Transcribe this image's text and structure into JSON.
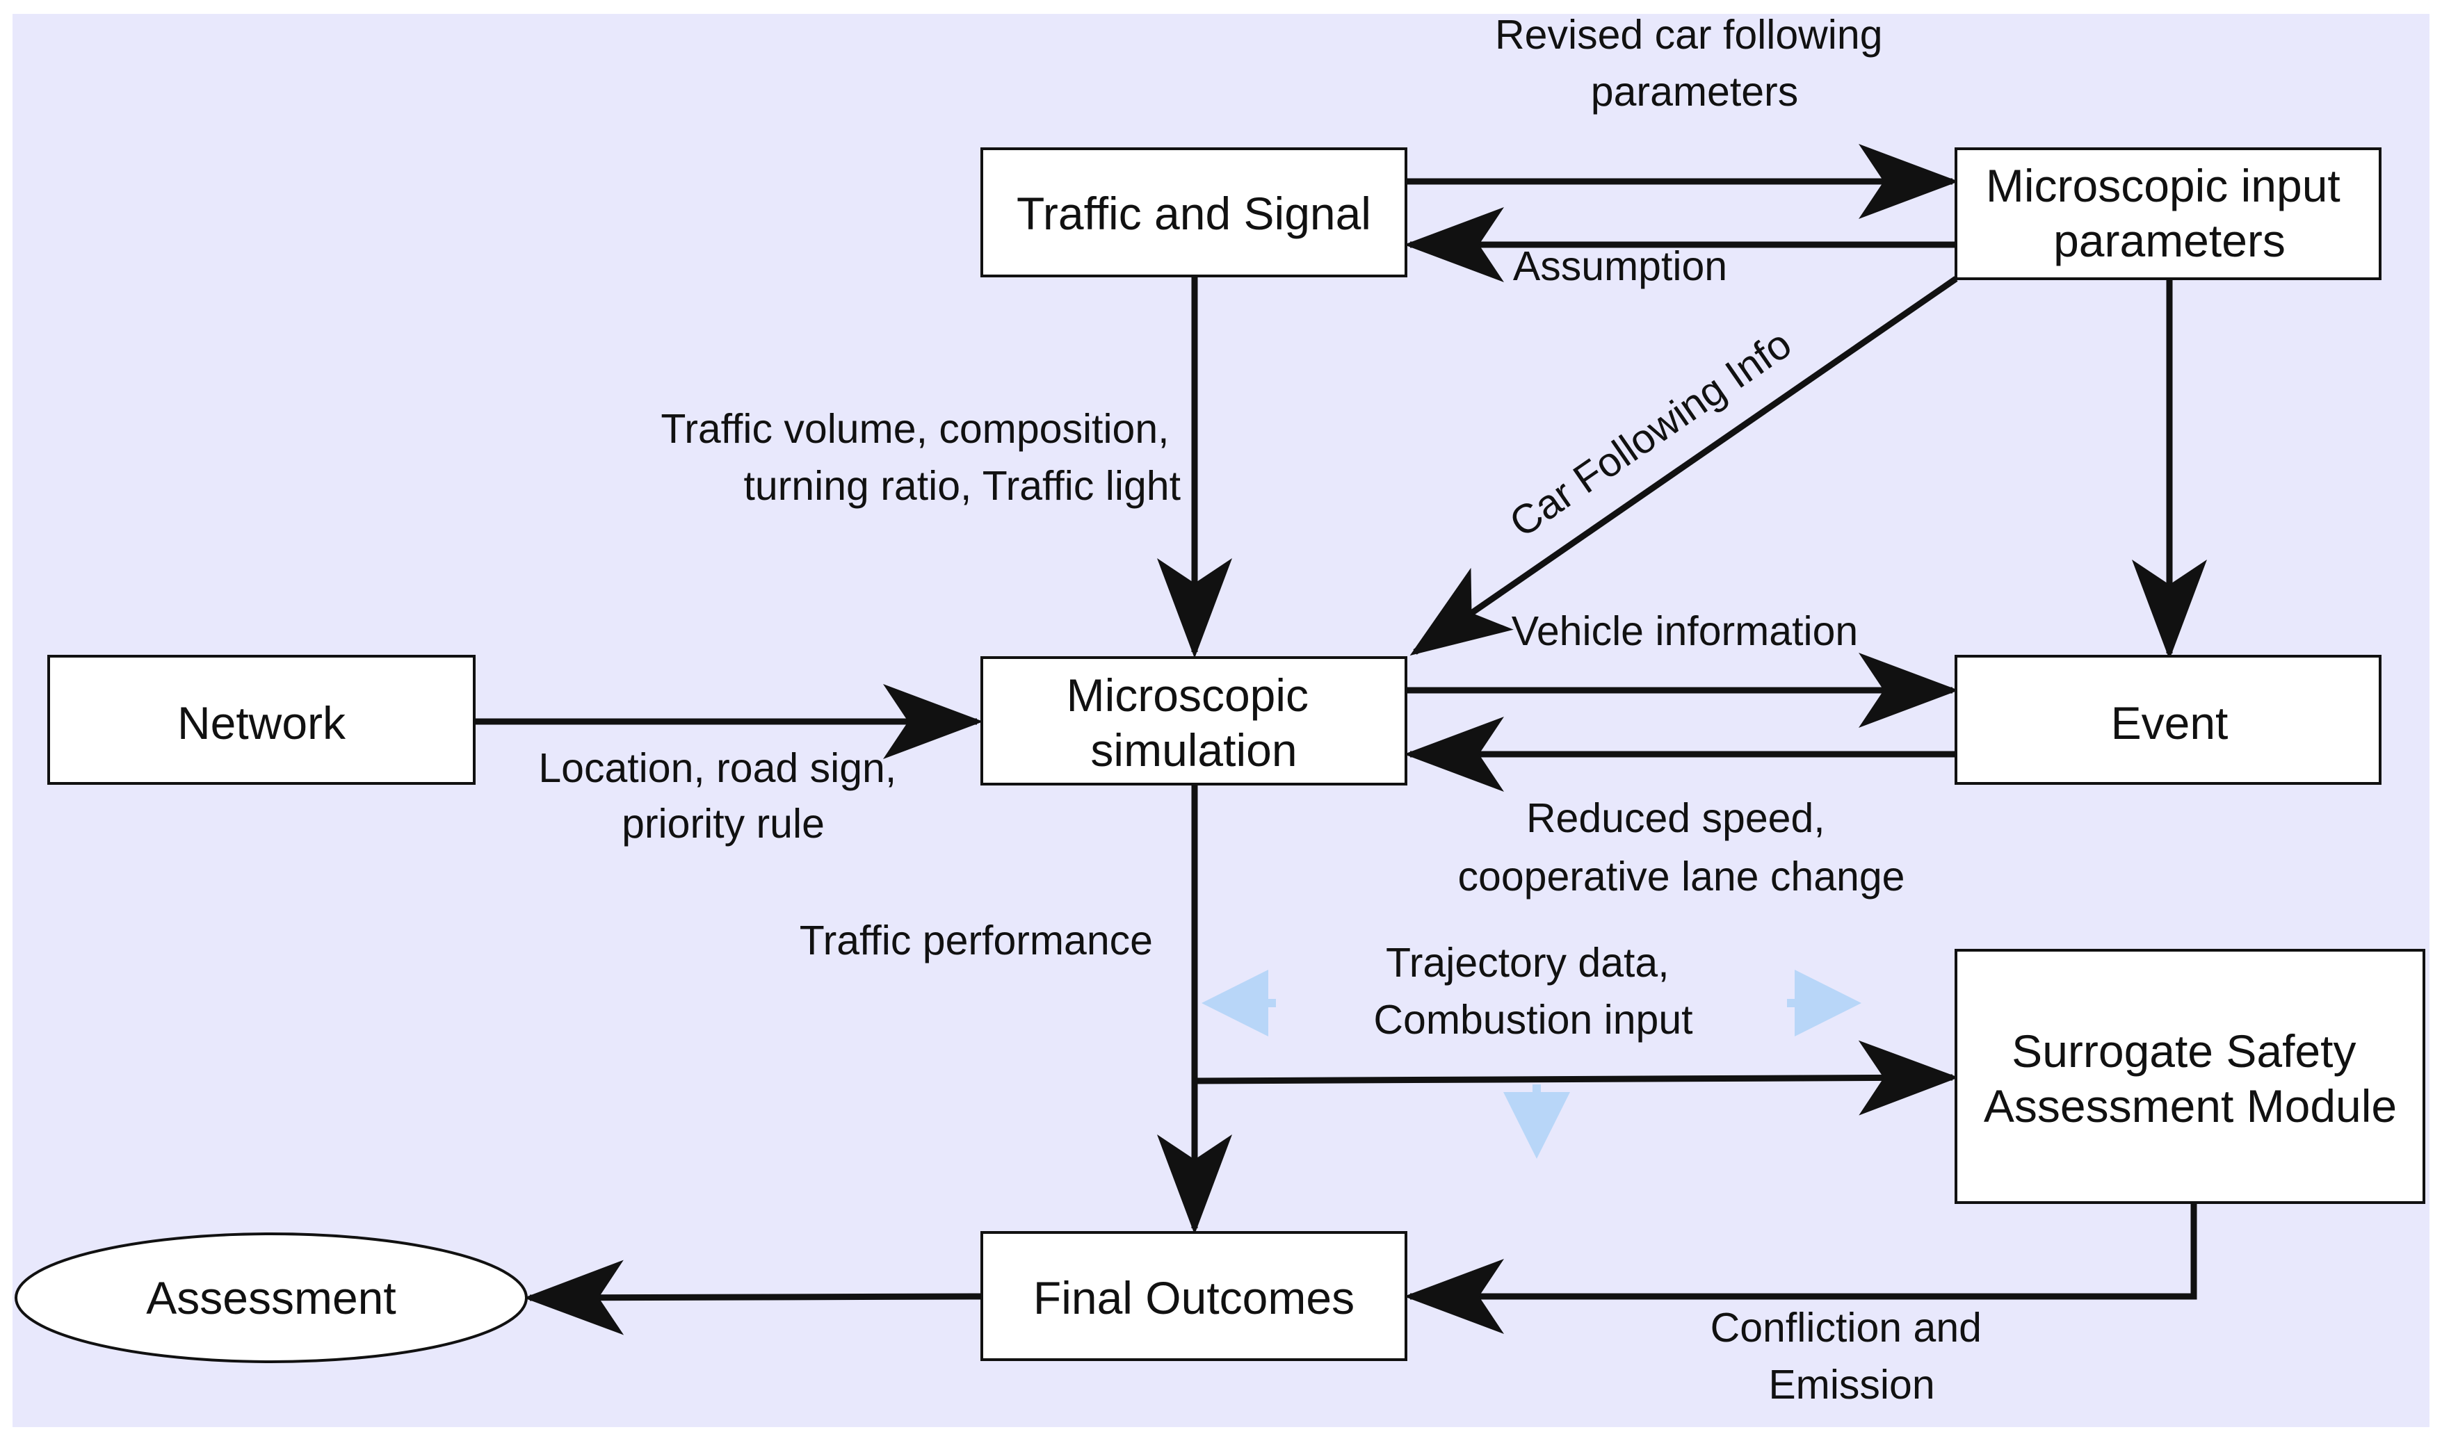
{
  "colors": {
    "background": "#e8e8fc",
    "box_fill": "#ffffff",
    "stroke": "#111111",
    "hint_arrow": "#b8d6f8"
  },
  "nodes": {
    "traffic_signal": {
      "label": [
        "Traffic and Signal"
      ]
    },
    "micro_input": {
      "label": [
        "Microscopic input",
        "parameters"
      ]
    },
    "network": {
      "label": [
        "Network"
      ]
    },
    "micro_sim": {
      "label": [
        "Microscopic",
        "simulation"
      ]
    },
    "event": {
      "label": [
        "Event"
      ]
    },
    "ssam": {
      "label": [
        "Surrogate Safety",
        "Assessment Module"
      ]
    },
    "final_outcomes": {
      "label": [
        "Final Outcomes"
      ]
    },
    "assessment": {
      "label": [
        "Assessment"
      ]
    }
  },
  "edge_labels": {
    "revised_params": [
      "Revised car following",
      "parameters"
    ],
    "assumption": [
      "Assumption"
    ],
    "car_following_info": [
      "Car Following Info"
    ],
    "traffic_volume": [
      "Traffic volume, composition,",
      "turning ratio, Traffic light"
    ],
    "vehicle_info": [
      "Vehicle information"
    ],
    "location": [
      "Location, road sign,",
      "priority rule"
    ],
    "reduced_speed": [
      "Reduced speed,",
      "cooperative lane change"
    ],
    "traffic_performance": [
      "Traffic performance"
    ],
    "trajectory": [
      "Trajectory data,",
      "Combustion input"
    ],
    "confliction": [
      "Confliction and",
      "Emission"
    ]
  }
}
